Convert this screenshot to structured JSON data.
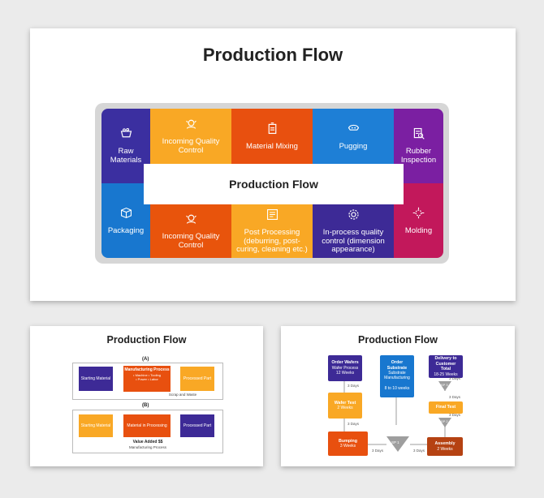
{
  "main": {
    "title": "Production Flow",
    "center_label": "Production Flow",
    "top_row": [
      {
        "label": "Raw Materials",
        "icon": "raw-materials-icon"
      },
      {
        "label": "Incoming Quality Control",
        "icon": "quality-control-icon"
      },
      {
        "label": "Material Mixing",
        "icon": "mixing-icon"
      },
      {
        "label": "Pugging",
        "icon": "pugging-icon"
      },
      {
        "label": "Rubber Inspection",
        "icon": "inspection-icon"
      }
    ],
    "bottom_row": [
      {
        "label": "Packaging",
        "icon": "package-icon"
      },
      {
        "label": "Incoming Quality Control",
        "icon": "quality-control-icon"
      },
      {
        "label": "Post Processing (deburring, post-curing, cleaning etc.)",
        "icon": "post-processing-icon"
      },
      {
        "label": "In-process quality control (dimension appearance)",
        "icon": "gear-icon"
      },
      {
        "label": "Molding",
        "icon": "molding-icon"
      }
    ],
    "colors": {
      "purple": "#3b2fa0",
      "orange": "#f9a825",
      "red_orange": "#e8500f",
      "blue": "#1e7fd6",
      "violet": "#7b1fa2",
      "blue2": "#1877cf",
      "dark_orange": "#e8540c",
      "dark_purple": "#3d2a96",
      "crimson": "#c2185b"
    }
  },
  "slide2": {
    "title": "Production Flow",
    "panel_a": {
      "tag": "(A)",
      "starting": "Starting Material",
      "manufacturing": "Manufacturing Process",
      "items": [
        "Machine",
        "Tooling",
        "Power",
        "Labor"
      ],
      "processed": "Processed Part",
      "waste": "Scrap and Waste"
    },
    "panel_b": {
      "tag": "(B)",
      "starting": "Starting Material",
      "processing": "Material in Processing",
      "processed": "Processed Part",
      "value_added": "Value Added $$",
      "manufacturing": "Manufacturing Process"
    }
  },
  "slide3": {
    "title": "Production Flow",
    "order_wafers": {
      "title": "Order Wafers",
      "text": "Wafer Process 12 Weeks"
    },
    "order_substrate": {
      "title": "Order Substrate",
      "text": "Substrate Manufacturing",
      "weeks": "8 to 10 weeks"
    },
    "delivery": {
      "title": "Delivery to Customer Total",
      "text": "18-25 Weeks"
    },
    "wafer_test": {
      "title": "Wafer Test",
      "text": "2 Weeks"
    },
    "final_test": {
      "title": "Final Test"
    },
    "bumping": {
      "title": "Bumping",
      "text": "3 Weeks"
    },
    "assembly": {
      "title": "Assembly",
      "text": "2 Weeks"
    },
    "sp1": "SP 1",
    "sp2": "SP 2",
    "sp3": "SP 3",
    "days": "3 Days"
  }
}
